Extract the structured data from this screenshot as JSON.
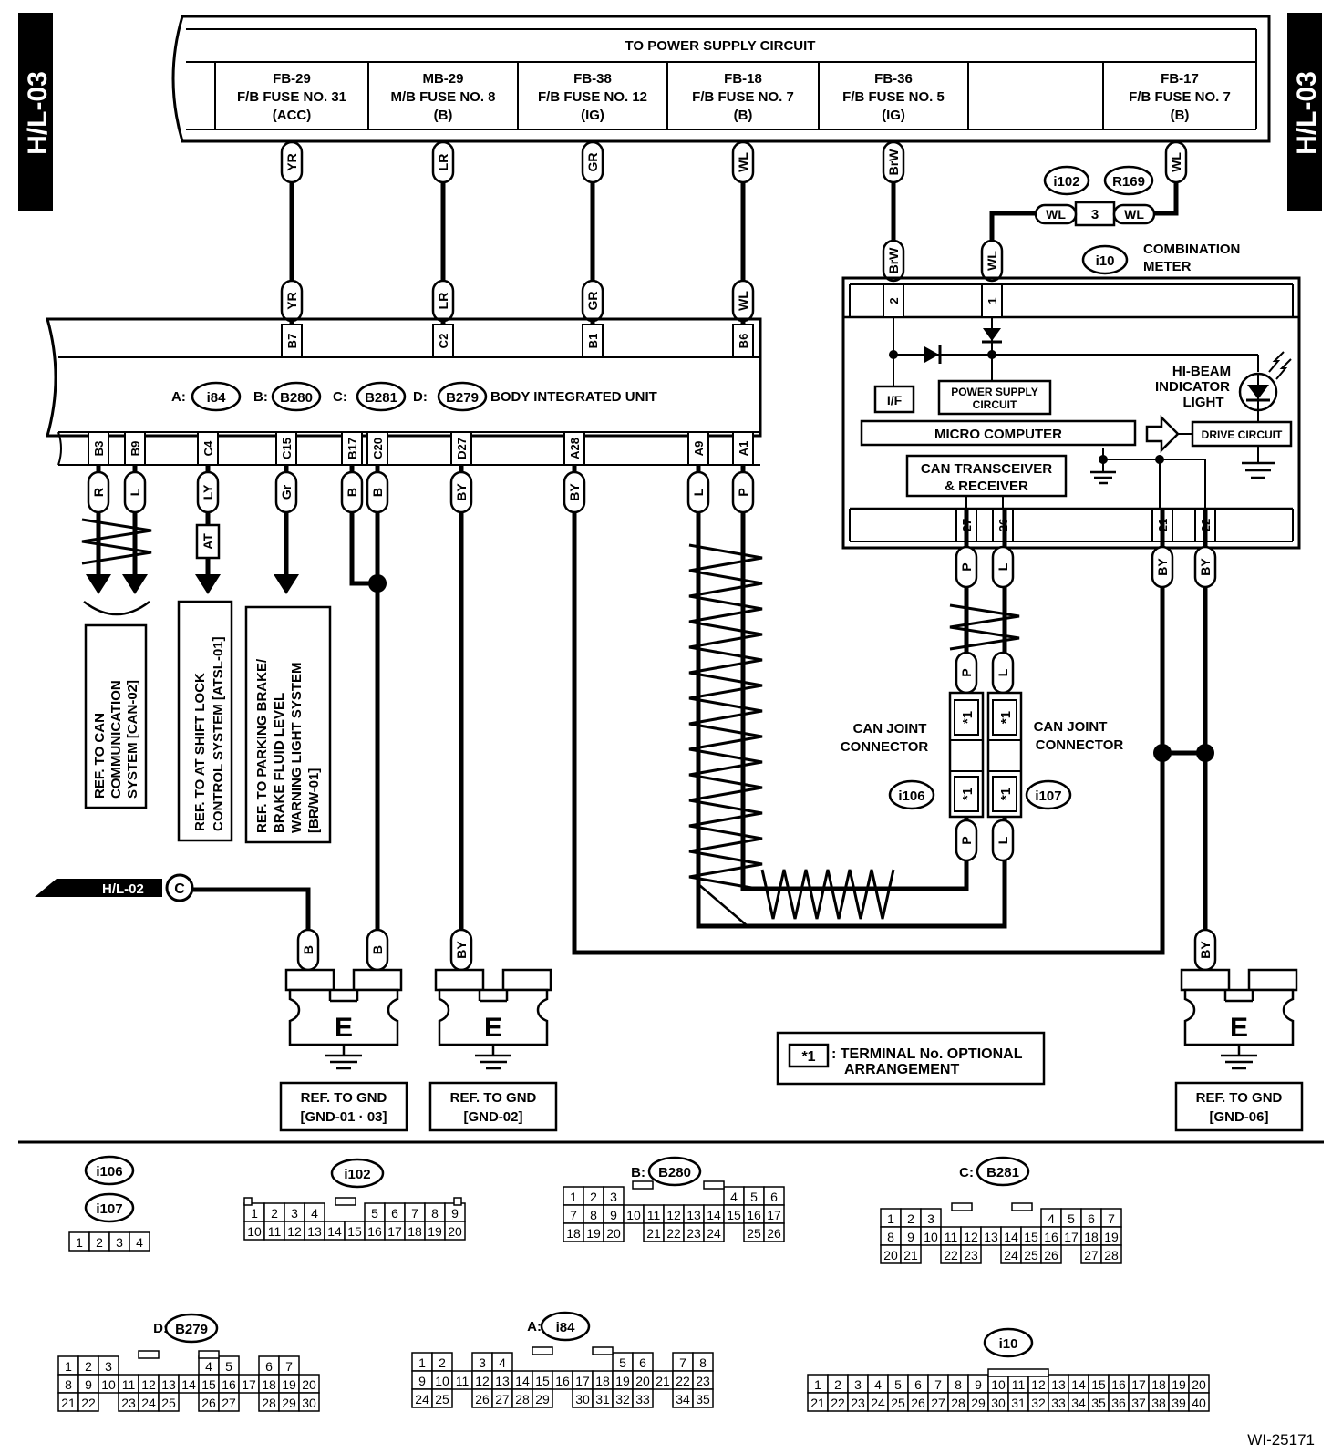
{
  "page_tab": "H/L-03",
  "power_supply": {
    "title": "TO POWER SUPPLY CIRCUIT",
    "fuses": [
      {
        "l1": "FB-29",
        "l2": "F/B FUSE NO. 31",
        "l3": "(ACC)"
      },
      {
        "l1": "MB-29",
        "l2": "M/B FUSE NO. 8",
        "l3": "(B)"
      },
      {
        "l1": "FB-38",
        "l2": "F/B FUSE NO. 12",
        "l3": "(IG)"
      },
      {
        "l1": "FB-18",
        "l2": "F/B FUSE NO. 7",
        "l3": "(B)"
      },
      {
        "l1": "FB-36",
        "l2": "F/B FUSE NO. 5",
        "l3": "(IG)"
      },
      {
        "l1": "",
        "l2": "",
        "l3": ""
      },
      {
        "l1": "FB-17",
        "l2": "F/B FUSE NO. 7",
        "l3": "(B)"
      }
    ]
  },
  "wire_colors": {
    "top": [
      "YR",
      "LR",
      "GR",
      "WL",
      "BrW",
      "WL"
    ],
    "bottom": [
      "R",
      "L",
      "LY",
      "Gr",
      "B",
      "B",
      "BY",
      "BY",
      "L",
      "P"
    ],
    "joint_wl": "WL",
    "meter_in": [
      "BrW",
      "WL"
    ],
    "meter_out": [
      "P",
      "L",
      "BY",
      "BY"
    ],
    "can_lower": [
      "P",
      "L",
      "P",
      "L"
    ],
    "ground": [
      "B",
      "B",
      "BY",
      "BY"
    ]
  },
  "biu": {
    "title": "BODY INTEGRATED UNIT",
    "labels": [
      "A:",
      "B:",
      "C:",
      "D:"
    ],
    "connectors": [
      "i84",
      "B280",
      "B281",
      "B279"
    ],
    "top_pins": [
      "B7",
      "C2",
      "B1",
      "B6"
    ],
    "bottom_pins": [
      "B3",
      "B9",
      "C4",
      "C15",
      "B17",
      "C20",
      "D27",
      "A28",
      "A9",
      "A1"
    ]
  },
  "joint": {
    "c1": "i102",
    "c2": "R169",
    "pin": "3"
  },
  "meter": {
    "connector": "i10",
    "title1": "COMBINATION",
    "title2": "METER",
    "top_pins": [
      "2",
      "1"
    ],
    "bottom_pins": [
      "27",
      "26",
      "21",
      "22"
    ],
    "if": "I/F",
    "psc1": "POWER SUPPLY",
    "psc2": "CIRCUIT",
    "micro": "MICRO COMPUTER",
    "can1": "CAN TRANSCEIVER",
    "can2": "& RECEIVER",
    "drive": "DRIVE CIRCUIT",
    "hb1": "HI-BEAM",
    "hb2": "INDICATOR",
    "hb3": "LIGHT"
  },
  "at_tag": "AT",
  "refs": {
    "can": [
      "REF. TO CAN",
      "COMMUNICATION",
      "SYSTEM [CAN-02]"
    ],
    "atsl": [
      "REF. TO AT SHIFT LOCK",
      "CONTROL SYSTEM [ATSL-01]"
    ],
    "brw": [
      "REF. TO PARKING BRAKE/",
      "BRAKE FLUID LEVEL",
      "WARNING LIGHT SYSTEM",
      "[BR/W-01]"
    ]
  },
  "can_joint": {
    "title1": "CAN JOINT",
    "title2": "CONNECTOR",
    "c1": "i106",
    "c2": "i107",
    "star": "*1"
  },
  "hl02": {
    "label": "H/L-02",
    "circle": "C"
  },
  "ground_letter": "E",
  "gnd_refs": [
    {
      "l1": "REF. TO GND",
      "l2": "[GND-01 · 03]"
    },
    {
      "l1": "REF. TO GND",
      "l2": "[GND-02]"
    },
    {
      "l1": "REF. TO GND",
      "l2": "[GND-06]"
    }
  ],
  "note": {
    "star": "*1",
    "l1": ": TERMINAL No. OPTIONAL",
    "l2": "ARRANGEMENT"
  },
  "faces": {
    "i106": "i106",
    "i107": "i107",
    "i102": "i102",
    "b280_prefix": "B:",
    "b280": "B280",
    "b281_prefix": "C:",
    "b281": "B281",
    "b279_prefix": "D:",
    "b279": "B279",
    "i84_prefix": "A:",
    "i84": "i84",
    "i10": "i10"
  },
  "figure_id": "WI-25171"
}
